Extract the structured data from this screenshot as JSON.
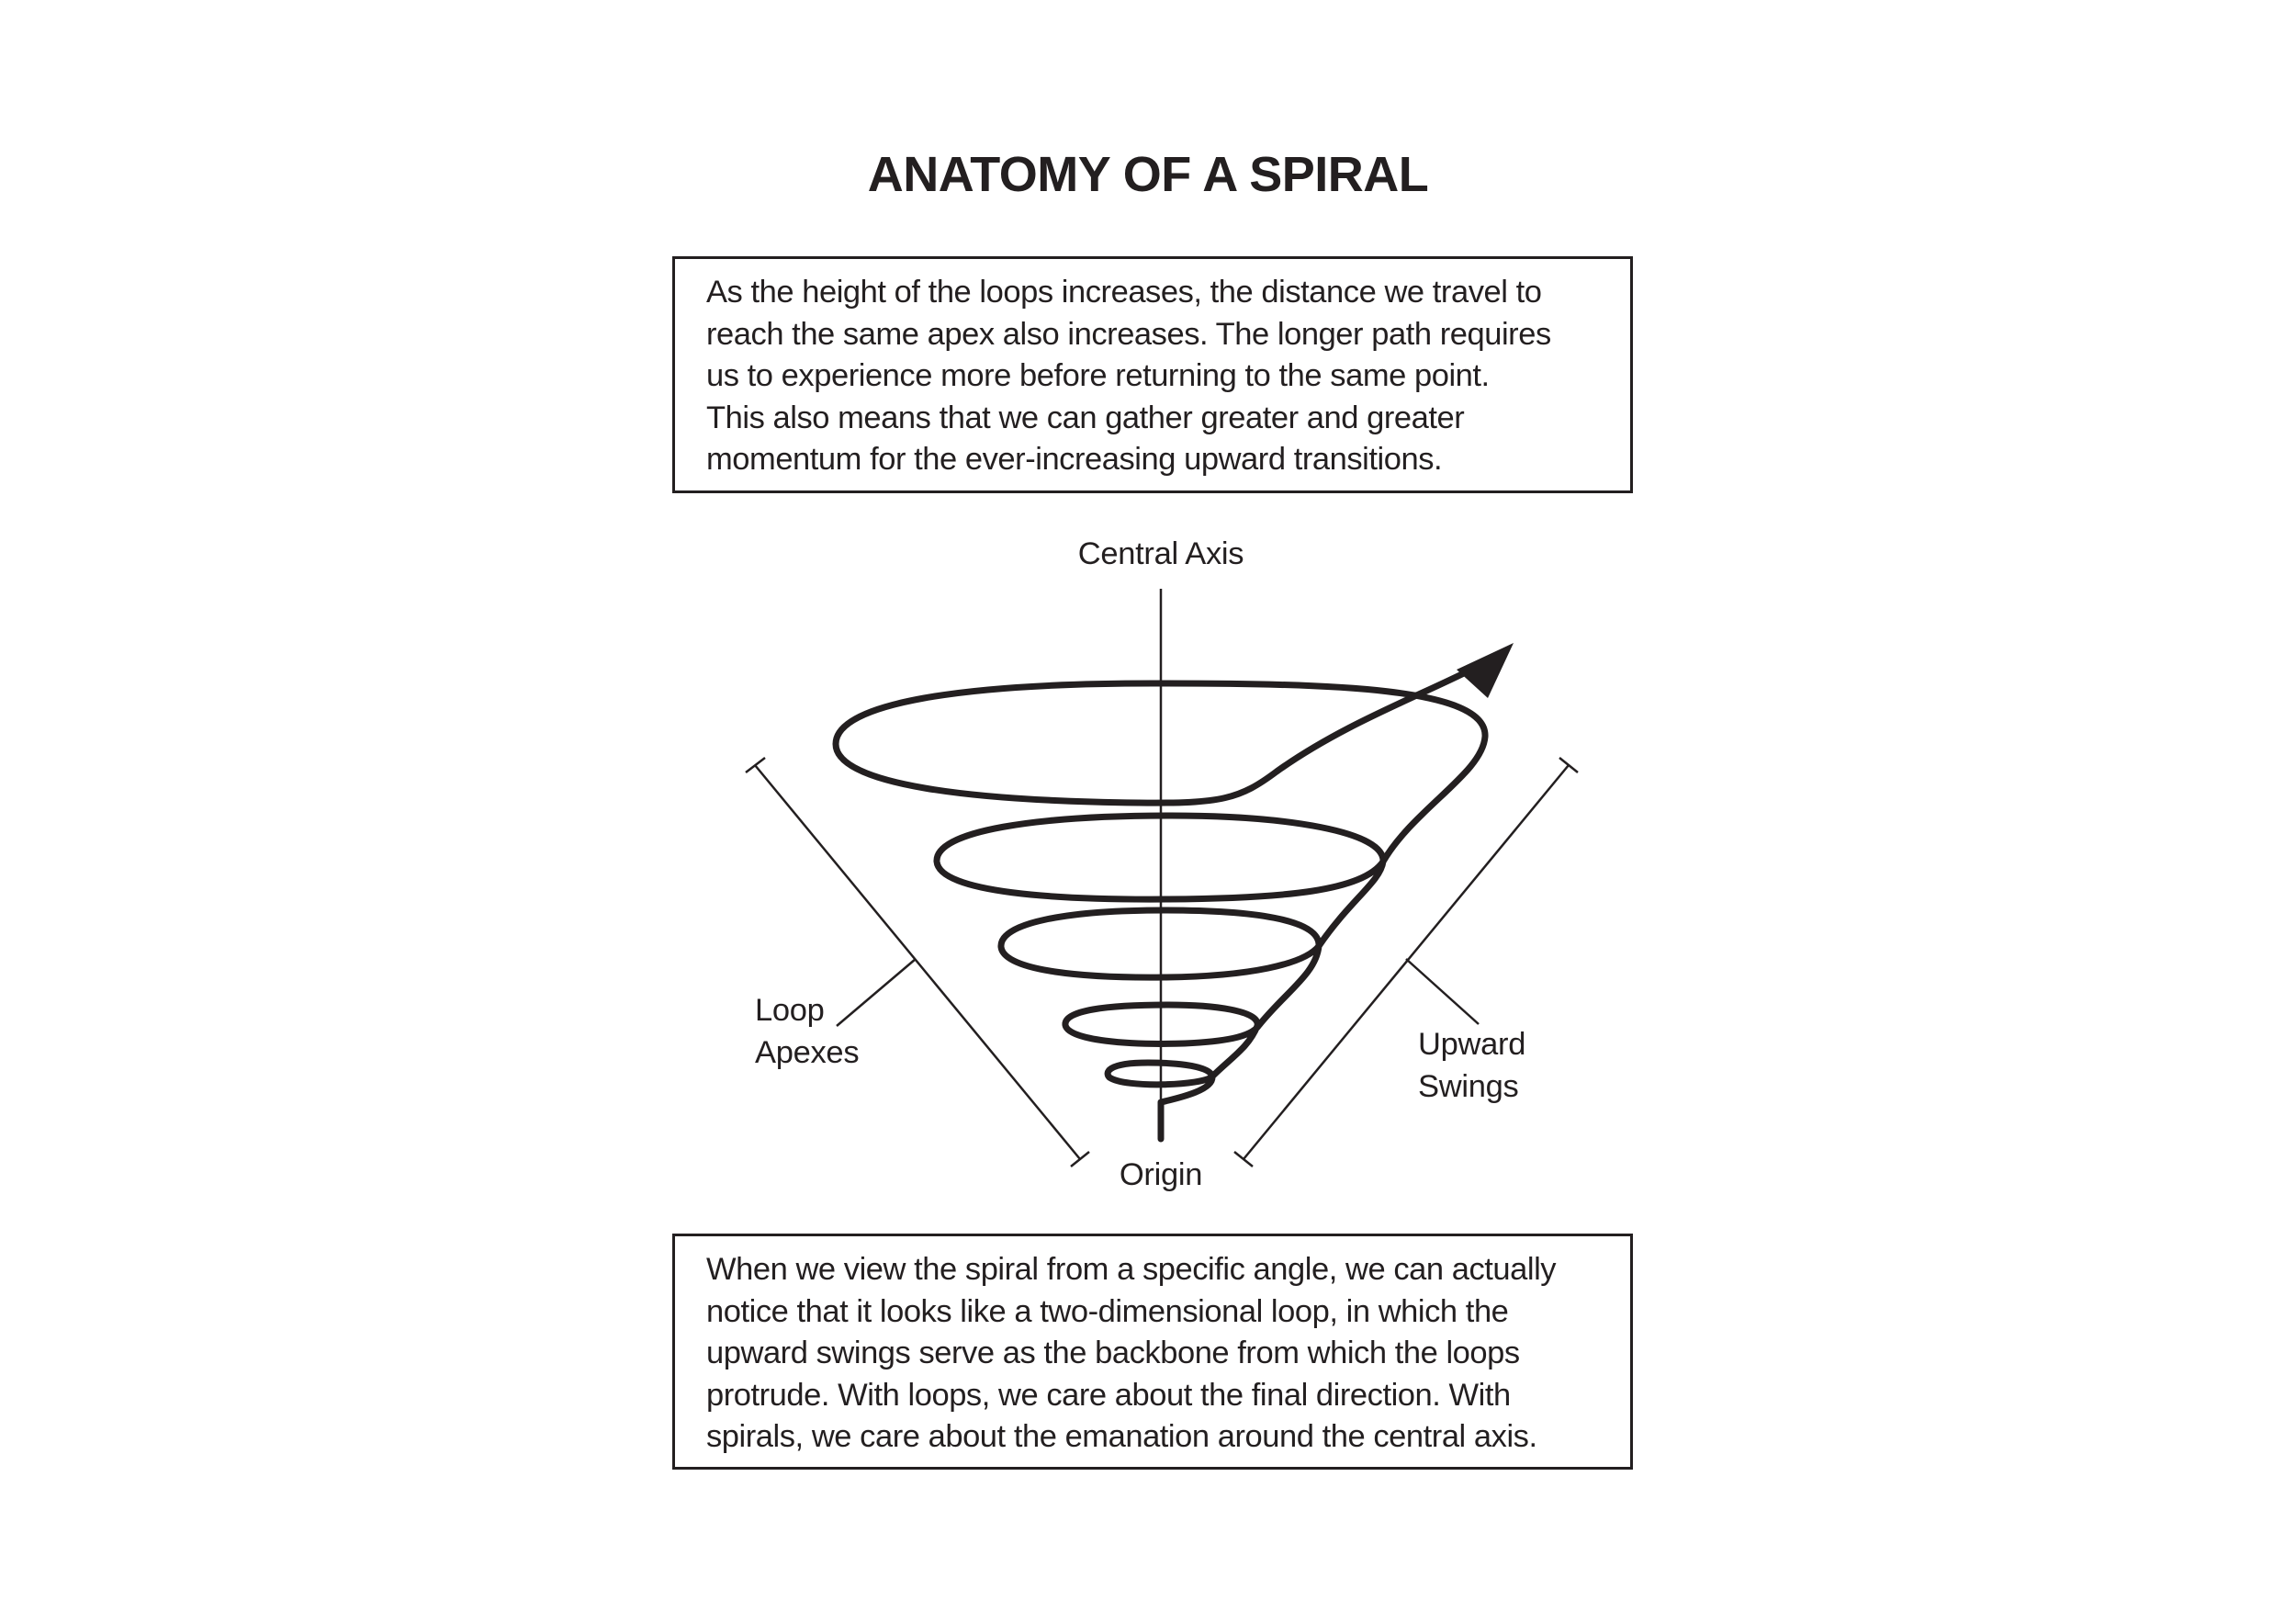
{
  "title": "ANATOMY OF A SPIRAL",
  "top_text": [
    "As the height of the loops increases, the distance we travel to",
    "reach the same apex also increases. The longer path requires",
    "us to experience more before returning to the same point.",
    "This also means that we can gather greater and greater",
    "momentum for the ever-increasing upward transitions."
  ],
  "bottom_text": [
    "When we view the spiral from a specific angle, we can actually",
    "notice that it looks like a two-dimensional loop, in which the",
    "upward swings serve as the backbone from which the loops",
    "protrude. With loops, we care about the final direction. With",
    "spirals, we care about the emanation around the central axis."
  ],
  "labels": {
    "central_axis": "Central Axis",
    "origin": "Origin",
    "loop_apexes_line1": "Loop",
    "loop_apexes_line2": "Apexes",
    "upward_swings_line1": "Upward",
    "upward_swings_line2": "Swings"
  },
  "colors": {
    "ink": "#231f20",
    "background": "#ffffff"
  }
}
